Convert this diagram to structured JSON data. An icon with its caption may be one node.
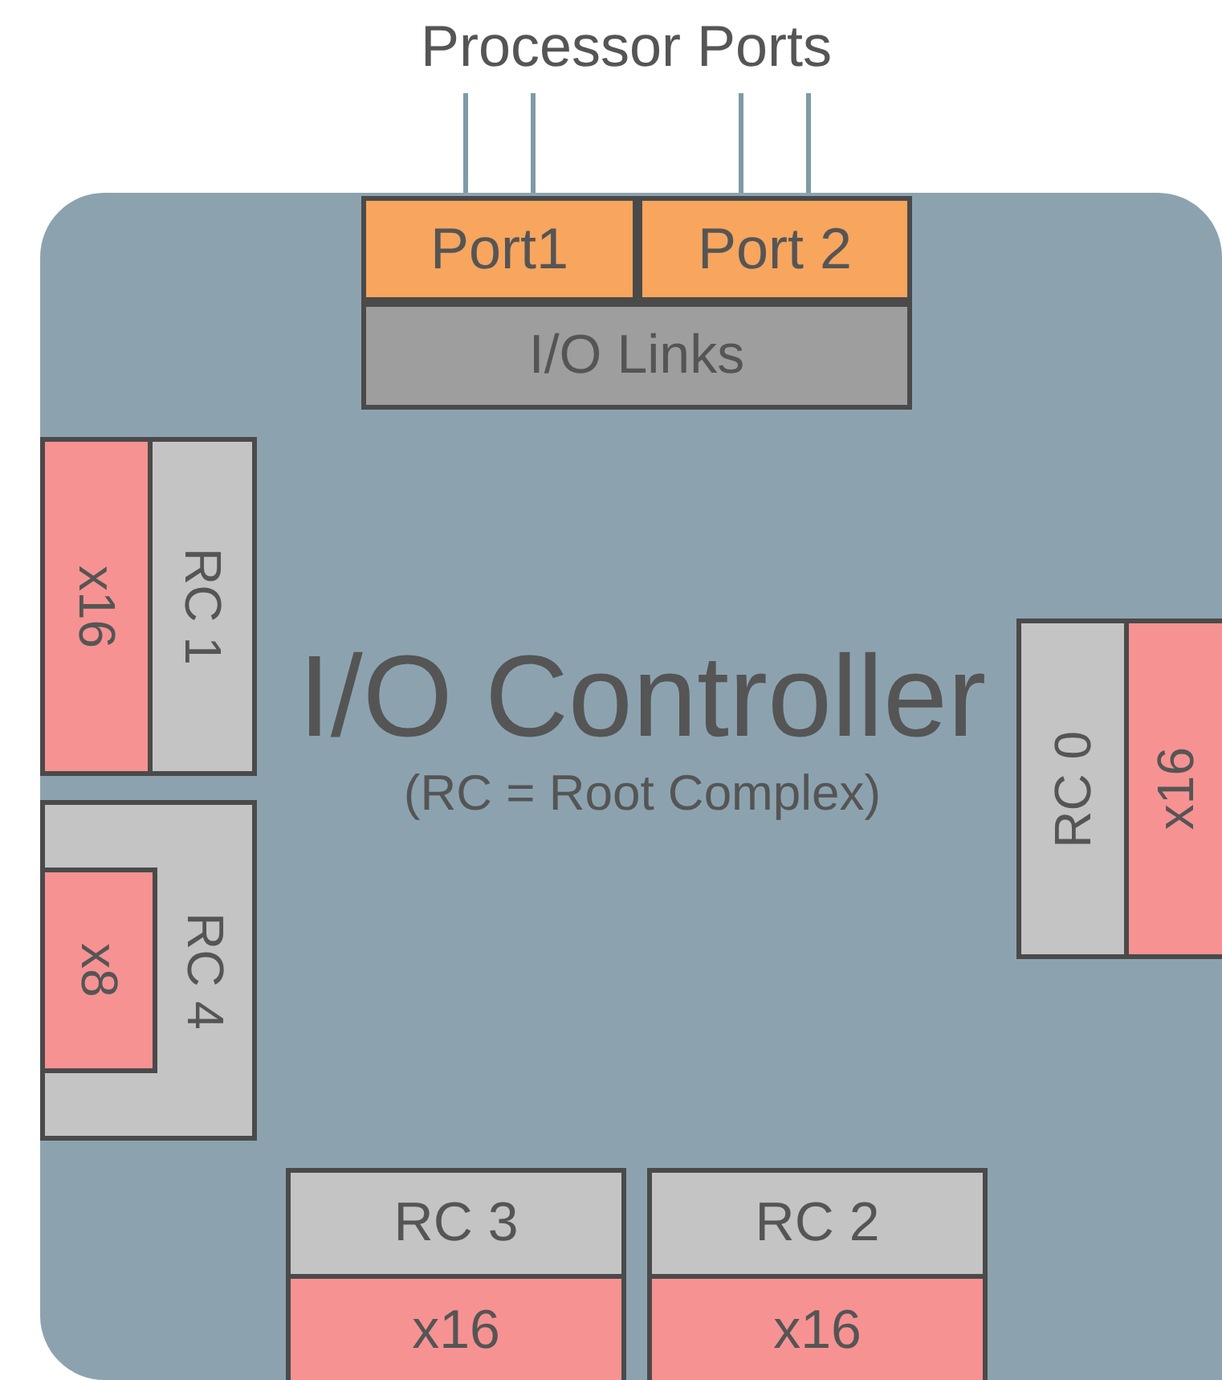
{
  "diagram": {
    "nodes": [
      {
        "text": [
          "Processor Ports"
        ]
      },
      {
        "text": [
          "I/O Controller",
          "(RC = Root Complex)"
        ]
      },
      {
        "text": [
          "Port1"
        ],
        "in": 1
      },
      {
        "text": [
          "Port 2"
        ],
        "in": 1
      },
      {
        "text": [
          "I/O Links"
        ],
        "in": 1
      },
      {
        "text": [
          "x16"
        ],
        "in": 1
      },
      {
        "text": [
          "RC 1"
        ],
        "in": 1
      },
      {
        "text": [
          "RC 4"
        ],
        "in": 1
      },
      {
        "text": [
          "x8"
        ],
        "in": 7
      },
      {
        "text": [
          "RC 0"
        ],
        "in": 1
      },
      {
        "text": [
          "x16"
        ],
        "in": 1
      },
      {
        "text": [
          "RC 3"
        ],
        "in": 1
      },
      {
        "text": [
          "x16"
        ],
        "in": 1
      },
      {
        "text": [
          "RC 2"
        ],
        "in": 1
      },
      {
        "text": [
          "x16"
        ],
        "in": 1
      }
    ],
    "edges": [
      {
        "from": 0,
        "to": 2,
        "arrow": "none"
      },
      {
        "from": 0,
        "to": 2,
        "arrow": "none"
      },
      {
        "from": 0,
        "to": 3,
        "arrow": "none"
      },
      {
        "from": 0,
        "to": 3,
        "arrow": "none"
      }
    ]
  }
}
